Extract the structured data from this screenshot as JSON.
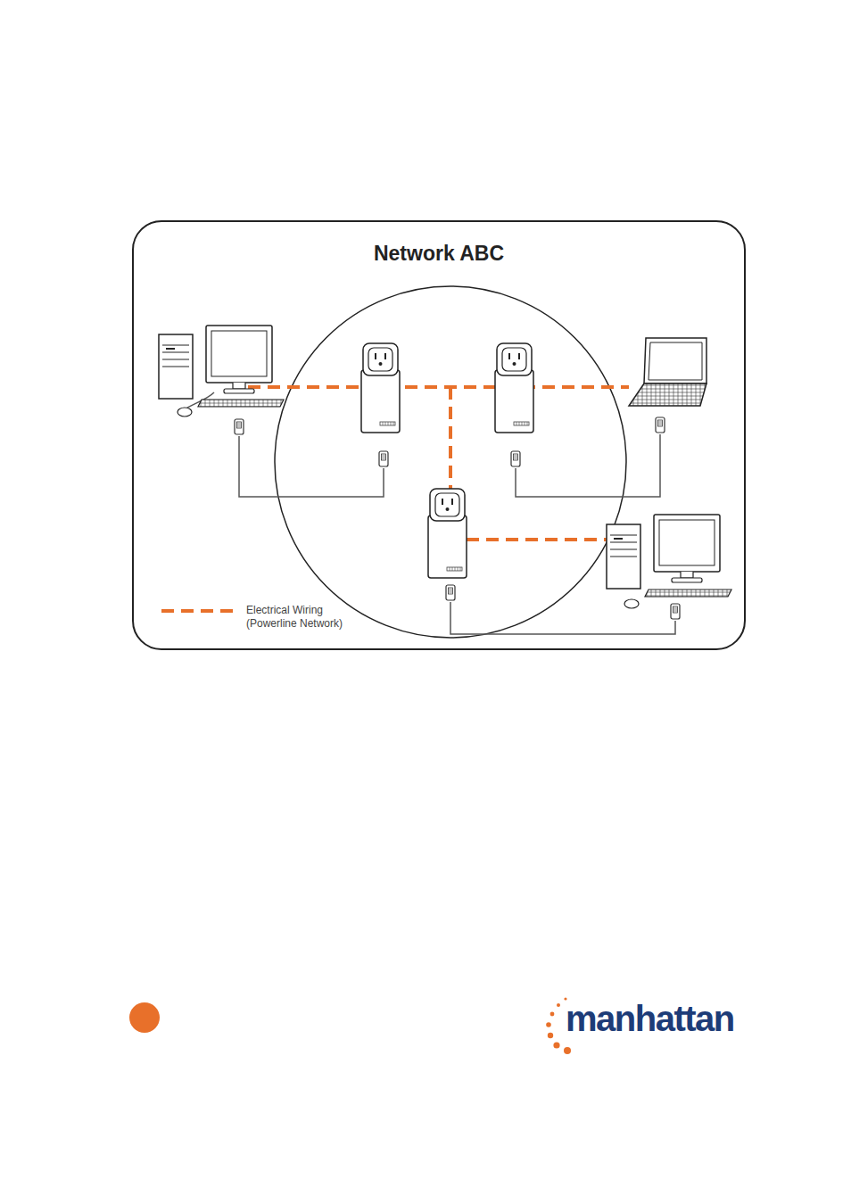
{
  "diagram": {
    "title": "Network ABC",
    "labels": [
      "manhattan"
    ],
    "legend": [
      {
        "text": "Electrical Wiring (Powerline Network)"
      }
    ]
  }
}
